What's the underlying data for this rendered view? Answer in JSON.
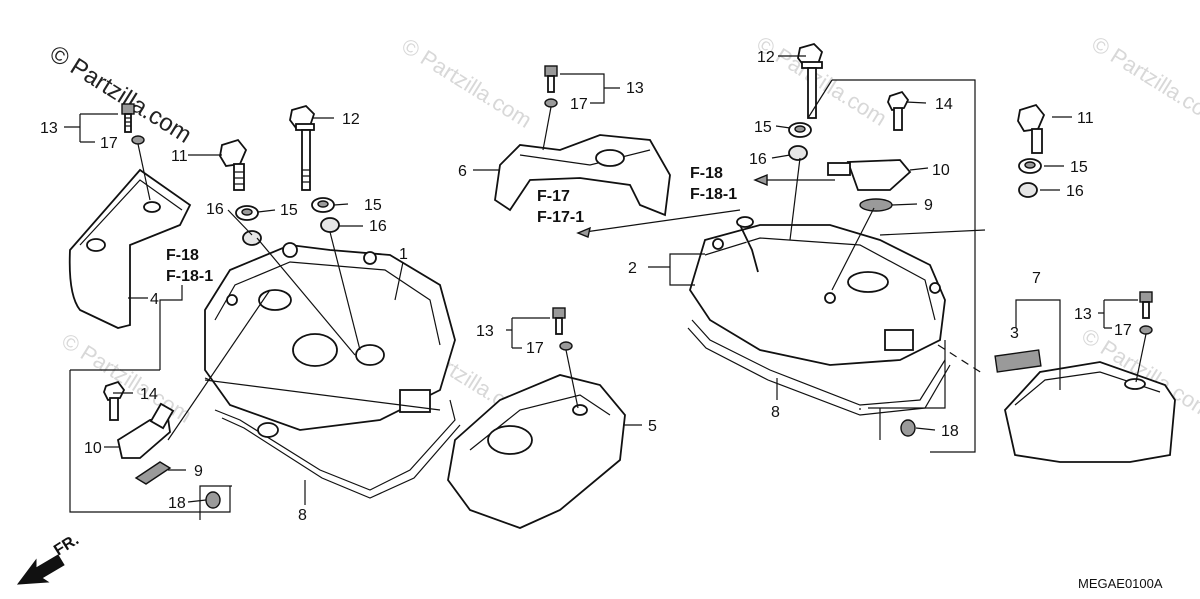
{
  "watermark": {
    "lead": "© Partzilla.com",
    "faded": [
      "© Partzilla.com",
      "© Partzilla.com",
      "© Partzilla.com",
      "© Partzilla.com",
      "© Partzilla.com",
      "© Partzilla.com"
    ]
  },
  "diagram_code": "MEGAE0100A",
  "front_marker": "FR.",
  "references": {
    "f18": "F-18",
    "f18_1": "F-18-1",
    "f17": "F-17",
    "f17_1": "F-17-1"
  },
  "callouts": {
    "p1": "1",
    "p2": "2",
    "p3": "3",
    "p4": "4",
    "p5": "5",
    "p6": "6",
    "p7": "7",
    "p8a": "8",
    "p8b": "8",
    "p9a": "9",
    "p9b": "9",
    "p10a": "10",
    "p10b": "10",
    "p11a": "11",
    "p11b": "11",
    "p12a": "12",
    "p12b": "12",
    "p13a": "13",
    "p13b": "13",
    "p13c": "13",
    "p13d": "13",
    "p14a": "14",
    "p14b": "14",
    "p15a": "15",
    "p15b": "15",
    "p15c": "15",
    "p15d": "15",
    "p16a": "16",
    "p16b": "16",
    "p16c": "16",
    "p16d": "16",
    "p17a": "17",
    "p17b": "17",
    "p17c": "17",
    "p17d": "17",
    "p18a": "18",
    "p18b": "18"
  }
}
